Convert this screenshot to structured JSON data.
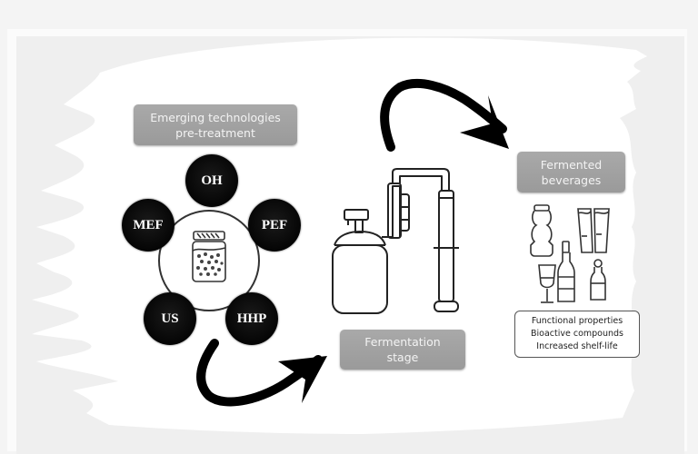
{
  "diagram": {
    "title_box": {
      "line1": "Emerging technologies",
      "line2": "pre-treatment"
    },
    "technologies": [
      {
        "id": "oh",
        "label": "OH"
      },
      {
        "id": "pef",
        "label": "PEF"
      },
      {
        "id": "hhp",
        "label": "HHP"
      },
      {
        "id": "us",
        "label": "US"
      },
      {
        "id": "mef",
        "label": "MEF"
      }
    ],
    "center_icon": "fermentation-jar-icon",
    "fermentation_box": {
      "line1": "Fermentation",
      "line2": "stage"
    },
    "fermenter_icon": "fermenter-apparatus-icon",
    "beverages_box": {
      "line1": "Fermented",
      "line2": "beverages"
    },
    "beverage_icons": [
      "yogurt-drink-bottle-icon",
      "beer-glasses-icon",
      "wine-glass-icon",
      "wine-bottle-icon",
      "small-bottle-icon"
    ],
    "properties": [
      "Functional properties",
      "Bioactive compounds",
      "Increased shelf-life"
    ],
    "arrows": [
      {
        "from": "technologies",
        "to": "fermentation"
      },
      {
        "from": "fermentation",
        "to": "beverages"
      }
    ],
    "colors": {
      "label_box_bg": "#a3a3a3",
      "label_text": "#f3f3f3",
      "node_bg": "#0a0a0a",
      "arrow": "#000000",
      "brush_bg": "#ffffff",
      "page_bg": "#efefef"
    }
  }
}
